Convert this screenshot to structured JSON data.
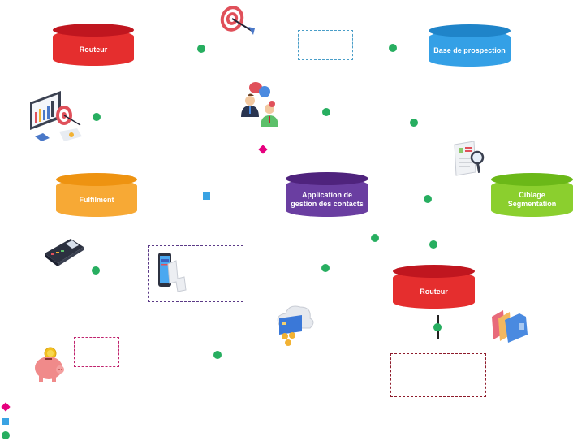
{
  "colors": {
    "connector_dot": "#27ae60",
    "legend_diamond": "#e6007e",
    "legend_square": "#3aa3e3",
    "legend_circle": "#27ae60"
  },
  "nodes": [
    {
      "id": "routeur-top",
      "label": "Routeur",
      "color_top": "#c0161f",
      "color_body": "#e52e2e"
    },
    {
      "id": "base-prospection",
      "label": "Base de prospection",
      "color_top": "#1f84c9",
      "color_body": "#34a0e6"
    },
    {
      "id": "fulfilment",
      "label": "Fulfilment",
      "color_top": "#ee9311",
      "color_body": "#f7a935"
    },
    {
      "id": "application-contacts",
      "label": "Application de\ngestion des contacts",
      "color_top": "#4f237d",
      "color_body": "#6a3ea1"
    },
    {
      "id": "ciblage",
      "label": "Ciblage\nSegmentation",
      "color_top": "#6bb818",
      "color_body": "#8bcf2e"
    },
    {
      "id": "routeur-bottom",
      "label": "Routeur",
      "color_top": "#c0161f",
      "color_body": "#e52e2e"
    }
  ],
  "icons": [
    "target-arrow-icon",
    "analytics-dashboard-icon",
    "people-chat-icon",
    "document-search-icon",
    "payment-terminal-icon",
    "mobile-receipt-icon",
    "cloud-payment-icon",
    "piggy-bank-icon",
    "folders-icon"
  ],
  "legend": [
    {
      "shape": "diamond",
      "label": ""
    },
    {
      "shape": "square",
      "label": ""
    },
    {
      "shape": "circle",
      "label": ""
    }
  ]
}
